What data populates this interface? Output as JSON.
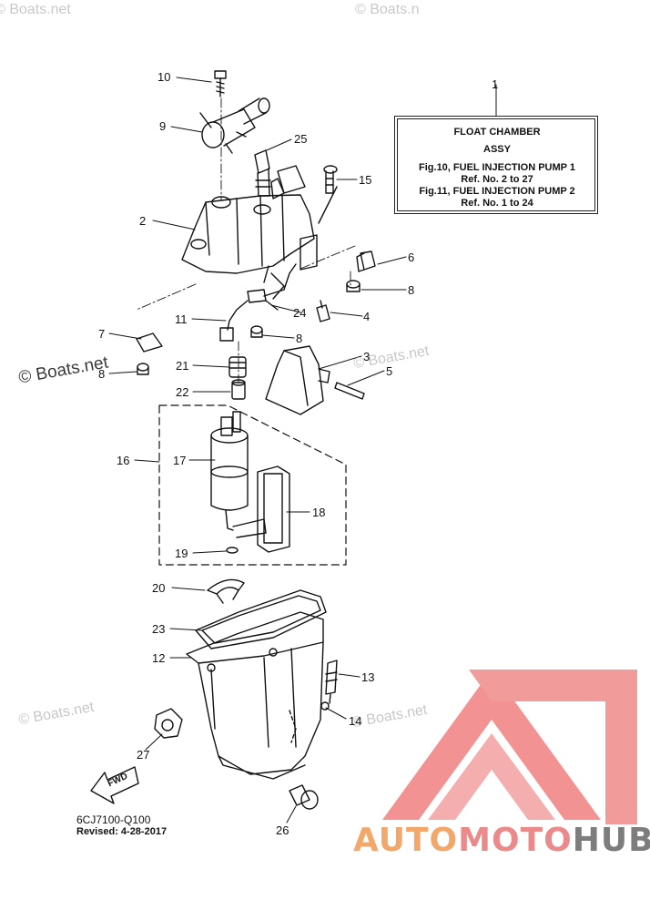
{
  "legend": {
    "callout": "1",
    "line1": "FLOAT CHAMBER",
    "line2": "ASSY",
    "line3": "Fig.10, FUEL INJECTION PUMP 1",
    "line4": "Ref. No. 2 to 27",
    "line5": "Fig.11, FUEL INJECTION PUMP 2",
    "line6": "Ref. No. 1 to 24"
  },
  "callouts": [
    "10",
    "9",
    "25",
    "15",
    "2",
    "6",
    "8",
    "24",
    "4",
    "11",
    "8",
    "7",
    "8",
    "3",
    "5",
    "21",
    "22",
    "16",
    "17",
    "18",
    "19",
    "20",
    "23",
    "12",
    "13",
    "14",
    "27",
    "26"
  ],
  "watermarks": {
    "top_left": "© Boats.net",
    "top_right": "© Boats.n",
    "mid_left": "© Boats.net",
    "mid_right": "© Boats.net",
    "low_left": "© Boats.net",
    "low_right": "© Boats.net"
  },
  "footer": {
    "part_code": "6CJ7100-Q100",
    "revised": "Revised: 4-28-2017",
    "fwd_label": "FWD"
  },
  "brand": {
    "part1": "AUTO",
    "part2": "MOTO",
    "part3": "HUB",
    "colors": {
      "orange": "#f2a86a",
      "red": "#ea8a8a",
      "gray": "#7d7d7d"
    }
  }
}
